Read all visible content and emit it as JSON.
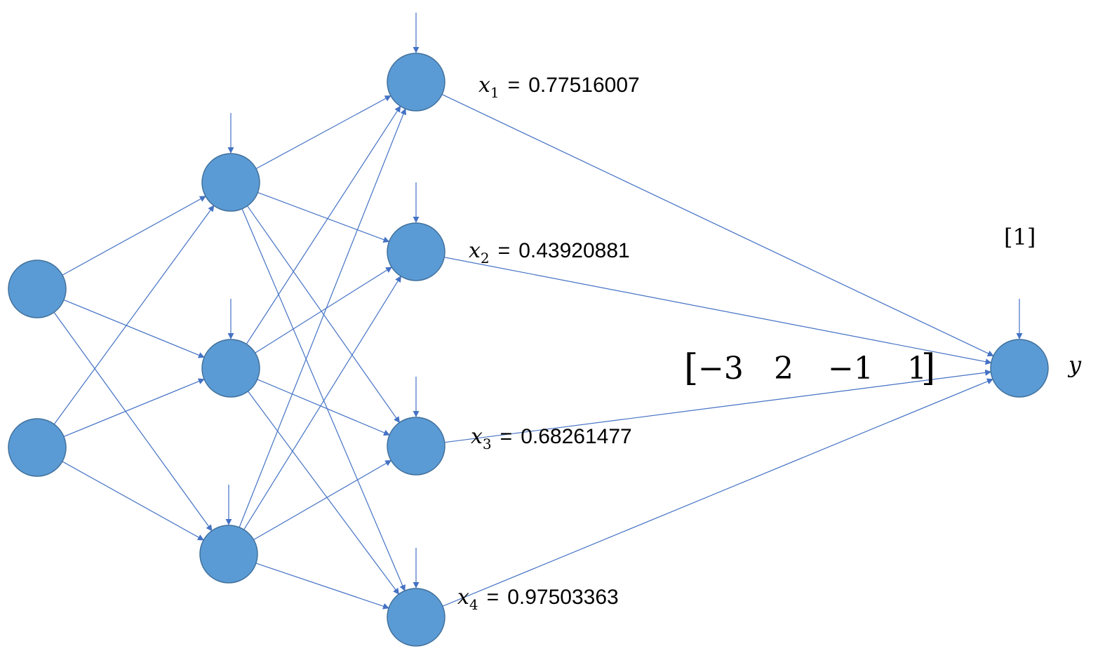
{
  "diagram": {
    "node_color": "#5b9bd5",
    "line_color": "#4472c4",
    "input_nodes": 2,
    "hidden_layer_1_nodes": 3,
    "hidden_layer_2_nodes": 4,
    "output_nodes": 1
  },
  "outputs": [
    {
      "var": "x",
      "sub": "1",
      "eq": "=",
      "value": "0.77516007"
    },
    {
      "var": "x",
      "sub": "2",
      "eq": "=",
      "value": "0.43920881"
    },
    {
      "var": "x",
      "sub": "3",
      "eq": "=",
      "value": "0.68261477"
    },
    {
      "var": "x",
      "sub": "4",
      "eq": "=",
      "value": "0.97503363"
    }
  ],
  "weights_vector": {
    "open": "[",
    "values": [
      "−3",
      "2",
      "−1",
      "1"
    ],
    "close": "]"
  },
  "bias_label": "[1]",
  "output_label": "y"
}
